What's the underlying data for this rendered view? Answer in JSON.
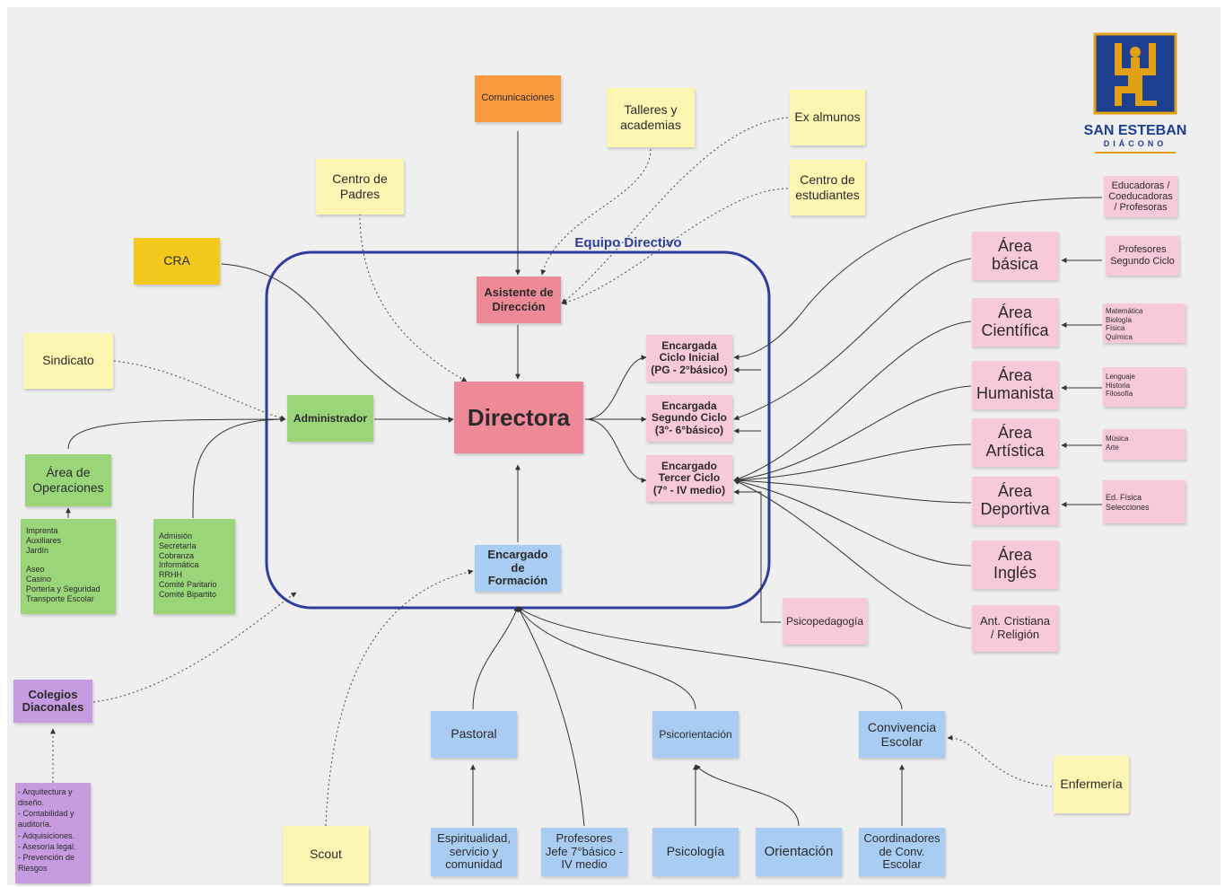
{
  "group_label": "Equipo Directivo",
  "logo": {
    "name": "SAN ESTEBAN",
    "sub": "DIÁCONO"
  },
  "colors": {
    "group_border": "#2f3d9e",
    "line": "#333333",
    "logo_blue": "#1d3f8f",
    "logo_gold": "#e2a114"
  },
  "nodes": {
    "comunicaciones": "Comunicaciones",
    "talleres": "Talleres y\nacademias",
    "ex_alumnos": "Ex almunos",
    "centro_padres": "Centro de\nPadres",
    "centro_estudiantes": "Centro de\nestudiantes",
    "cra": "CRA",
    "asistente": "Asistente de\nDirección",
    "sindicato": "Sindicato",
    "administrador": "Administrador",
    "directora": "Directora",
    "area_operaciones": "Área de\nOperaciones",
    "operaciones_list": "Imprenta\nAuxiliares\nJardín\n\nAseo\nCasino\nPortería y Seguridad\nTransporte Escolar",
    "admin_list": "Admisión\nSecretaría\nCobranza\nInformática\nRRHH\nComité Paritario\nComité Bipartito",
    "ciclo_inicial": "Encargada\nCiclo Inicial\n(PG - 2°básico)",
    "segundo_ciclo": "Encargada\nSegundo Ciclo\n(3°- 6°básico)",
    "tercer_ciclo": "Encargado\nTercer Ciclo\n(7° - IV medio)",
    "formacion": "Encargado\nde\nFormación",
    "psicopedagogia": "Psicopedagogía",
    "colegios_diaconales": "Colegios\nDiaconales",
    "diaconales_list": "- Arquitectura y diseño.\n- Contabilidad y auditoría.\n- Adquisiciones.\n- Asesoría legal.\n- Prevención de Riesgos",
    "pastoral": "Pastoral",
    "psicorientacion": "Psicorientación",
    "convivencia": "Convivencia\nEscolar",
    "enfermeria": "Enfermería",
    "scout": "Scout",
    "espiritualidad": "Espiritualidad,\nservicio y\ncomunidad",
    "profesores_jefe": "Profesores\nJefe 7°básico -\nIV medio",
    "psicologia": "Psicología",
    "orientacion": "Orientación",
    "coordinadores": "Coordinadores\nde Conv.\nEscolar",
    "educadoras": "Educadoras /\nCoeducadoras\n/ Profesoras",
    "area_basica": "Área\nbásica",
    "profesores_segundo": "Profesores\nSegundo Ciclo",
    "area_cientifica": "Área\nCientífica",
    "cientifica_list": "Matemática\nBiología\nFísica\nQuímica",
    "area_humanista": "Área\nHumanista",
    "humanista_list": "Lenguaje\nHistoria\nFilosofía",
    "area_artistica": "Área\nArtística",
    "artistica_list": "Música\nArte",
    "area_deportiva": "Área\nDeportiva",
    "deportiva_list": "Ed. Física\nSelecciones",
    "area_ingles": "Área\nInglés",
    "religion": "Ant. Cristiana\n/ Religión"
  }
}
